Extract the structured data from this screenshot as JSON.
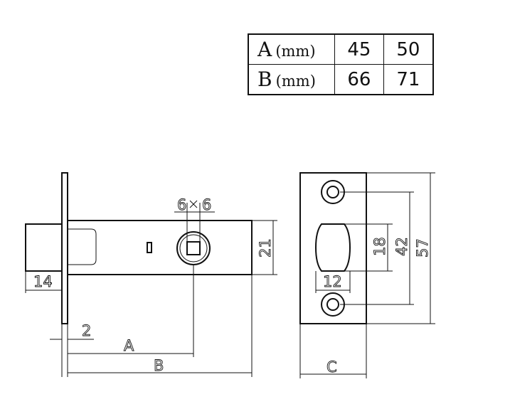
{
  "table": {
    "rows": [
      {
        "letter": "A",
        "unit": "(mm)",
        "values": [
          "45",
          "50"
        ]
      },
      {
        "letter": "B",
        "unit": "(mm)",
        "values": [
          "66",
          "71"
        ]
      }
    ]
  },
  "dimensions": {
    "spindle_a": "6",
    "spindle_b": "6",
    "latch_projection": "14",
    "plate_thickness": "2",
    "backset": "A",
    "overall_length": "B",
    "body_height": "21",
    "hole_spacing": "42",
    "plate_height": "57",
    "latch_opening_height": "18",
    "latch_opening_width": "12",
    "plate_width": "C"
  }
}
